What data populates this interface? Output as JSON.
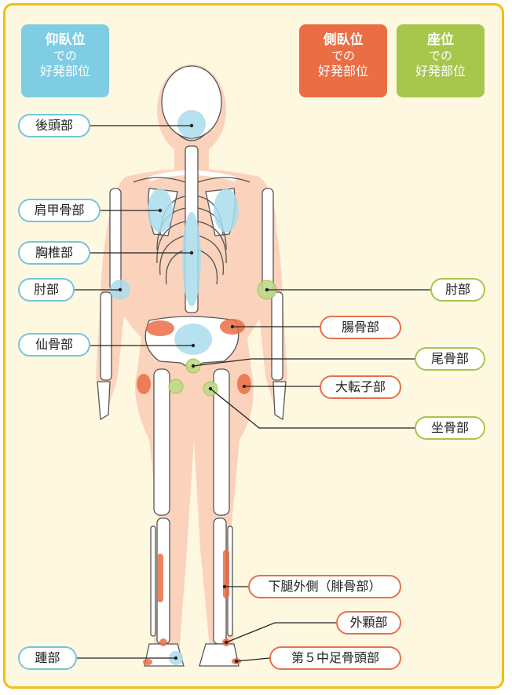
{
  "legend": {
    "supine": {
      "line1": "仰臥位",
      "line2": "での",
      "line3": "好発部位",
      "color": "#7ecde3"
    },
    "lateral": {
      "line1": "側臥位",
      "line2": "での",
      "line3": "好発部位",
      "color": "#ea6d44"
    },
    "sitting": {
      "line1": "座位",
      "line2": "での",
      "line3": "好発部位",
      "color": "#a6c64c"
    }
  },
  "labels": {
    "occipital": "後頭部",
    "scapula": "肩甲骨部",
    "thoracic_spine": "胸椎部",
    "elbow_left": "肘部",
    "elbow_right": "肘部",
    "sacrum": "仙骨部",
    "ilium": "腸骨部",
    "coccyx": "尾骨部",
    "greater_trochanter": "大転子部",
    "ischium": "坐骨部",
    "lateral_lower_leg": "下腿外側（腓骨部）",
    "lateral_malleolus": "外顆部",
    "fifth_metatarsal": "第５中足骨頭部",
    "heel": "踵部"
  },
  "colors": {
    "frame_border": "#f0c010",
    "background": "#fff8e1",
    "body_silhouette": "#fbd3bd",
    "bone": "#ffffff",
    "bone_outline": "#555555",
    "supine_spot": "#a9dcec",
    "lateral_spot": "#ea6d44",
    "sitting_spot": "#bfd88a"
  }
}
